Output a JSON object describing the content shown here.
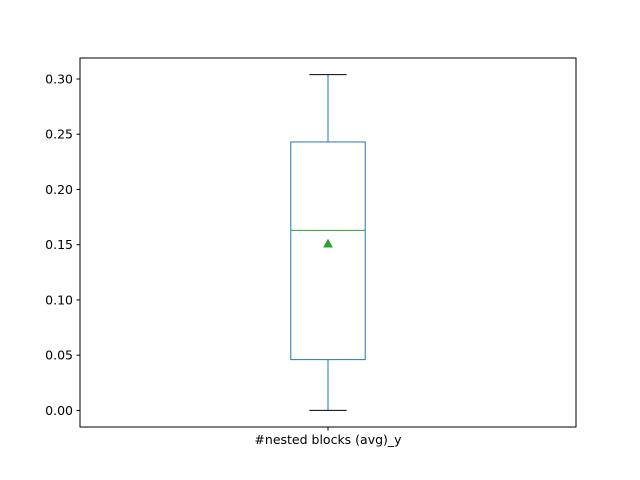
{
  "chart_data": {
    "type": "box",
    "categories": [
      "#nested blocks (avg)_y"
    ],
    "series": [
      {
        "whisker_low": 0.0,
        "q1": 0.046,
        "median": 0.163,
        "q3": 0.243,
        "whisker_high": 0.304,
        "mean": 0.151
      }
    ],
    "yticks": [
      0.0,
      0.05,
      0.1,
      0.15,
      0.2,
      0.25,
      0.3
    ],
    "ytick_labels": [
      "0.00",
      "0.05",
      "0.10",
      "0.15",
      "0.20",
      "0.25",
      "0.30"
    ],
    "ylim": [
      -0.015,
      0.319
    ],
    "grid": false,
    "colors": {
      "box": "#1f77b4",
      "median": "#2ca02c",
      "mean": "#2ca02c",
      "caps": "#000000",
      "axes": "#000000"
    }
  }
}
